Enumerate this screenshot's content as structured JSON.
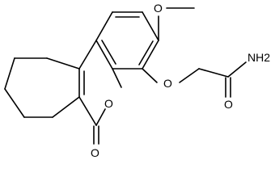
{
  "diagram": {
    "type": "chemical-structure",
    "atom_labels": {
      "o_methoxy": "O",
      "o_ether": "O",
      "o_ring": "O",
      "o_lactone_carbonyl": "O",
      "o_amide_carbonyl": "O",
      "nh2_label": "NH2"
    },
    "colors": {
      "bond": "#000000",
      "label": "#000000",
      "background": "#ffffff"
    }
  }
}
